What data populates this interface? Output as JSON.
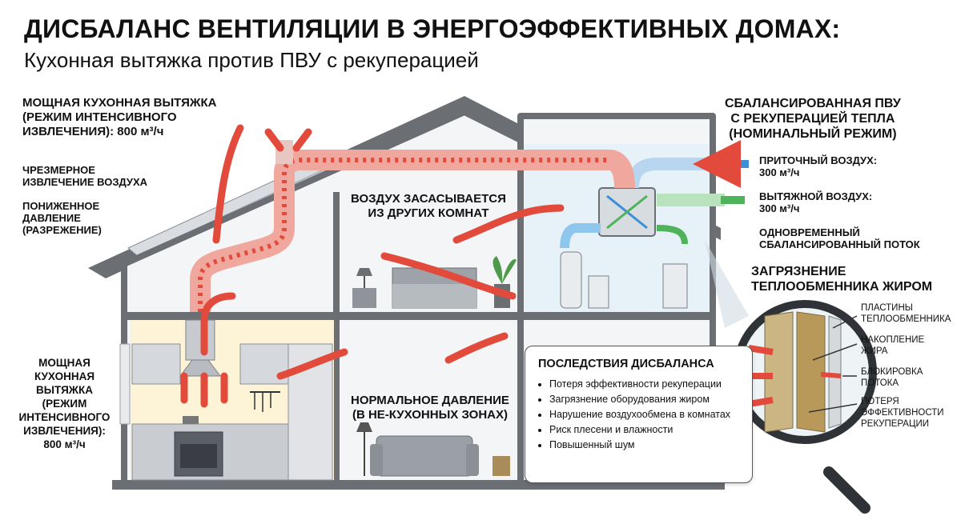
{
  "header": {
    "title": "ДИСБАЛАНС ВЕНТИЛЯЦИИ В ЭНЕРГОЭФФЕКТИВНЫХ ДОМАХ:",
    "subtitle": "Кухонная вытяжка против ПВУ с рекуперацией"
  },
  "labels": {
    "hood_top": "МОЩНАЯ КУХОННАЯ ВЫТЯЖКА\n(РЕЖИМ ИНТЕНСИВНОГО\nИЗВЛЕЧЕНИЯ): 800 м³/ч",
    "excess_extraction": "ЧРЕЗМЕРНОЕ\nИЗВЛЕЧЕНИЕ ВОЗДУХА",
    "low_pressure": "ПОНИЖЕННОЕ\nДАВЛЕНИЕ\n(РАЗРЕЖЕНИЕ)",
    "hood_left": "МОЩНАЯ\nКУХОННАЯ\nВЫТЯЖКА\n(РЕЖИМ\nИНТЕНСИВНОГО\nИЗВЛЕЧЕНИЯ):\n800 м³/ч",
    "air_sucked": "ВОЗДУХ ЗАСАСЫВАЕТСЯ\nИЗ ДРУГИХ КОМНАТ",
    "normal_pressure": "НОРМАЛЬНОЕ ДАВЛЕНИЕ\n(В НЕ-КУХОННЫХ ЗОНАХ)",
    "mvhr": "СБАЛАНСИРОВАННАЯ ПВУ\nС РЕКУПЕРАЦИЕЙ ТЕПЛА\n(НОМИНАЛЬНЫЙ РЕЖИМ)",
    "supply_air": "ПРИТОЧНЫЙ ВОЗДУХ:\n300 м³/ч",
    "exhaust_air": "ВЫТЯЖНОЙ ВОЗДУХ:\n300 м³/ч",
    "balanced_flow": "ОДНОВРЕМЕННЫЙ\nСБАЛАНСИРОВАННЫЙ ПОТОК",
    "grease_title": "ЗАГРЯЗНЕНИЕ\nТЕПЛООБМЕННИКА ЖИРОМ",
    "plates": "ПЛАСТИНЫ\nТЕПЛООБМЕННИКА",
    "accumulation": "НАКОПЛЕНИЕ\nЖИРА",
    "blockage": "БЛОКИРОВКА\nПОТОКА",
    "efficiency_loss": "ПОТЕРЯ\nЭФФЕКТИВНОСТИ\nРЕКУПЕРАЦИИ"
  },
  "consequences": {
    "title": "ПОСЛЕДСТВИЯ ДИСБАЛАНСА",
    "items": [
      "Потеря эффективности рекуперации",
      "Загрязнение оборудования жиром",
      "Нарушение воздухообмена в комнатах",
      "Риск плесени и влажности",
      "Повышенный шум"
    ]
  },
  "colors": {
    "duct_red": "#e24b3c",
    "duct_light": "#f0a79e",
    "supply_blue": "#3d8ed8",
    "exhaust_green": "#4fb35a",
    "grease": "#c8a24a",
    "kitchen_glow": "#fdf3d6",
    "wall": "#6b6f74"
  }
}
